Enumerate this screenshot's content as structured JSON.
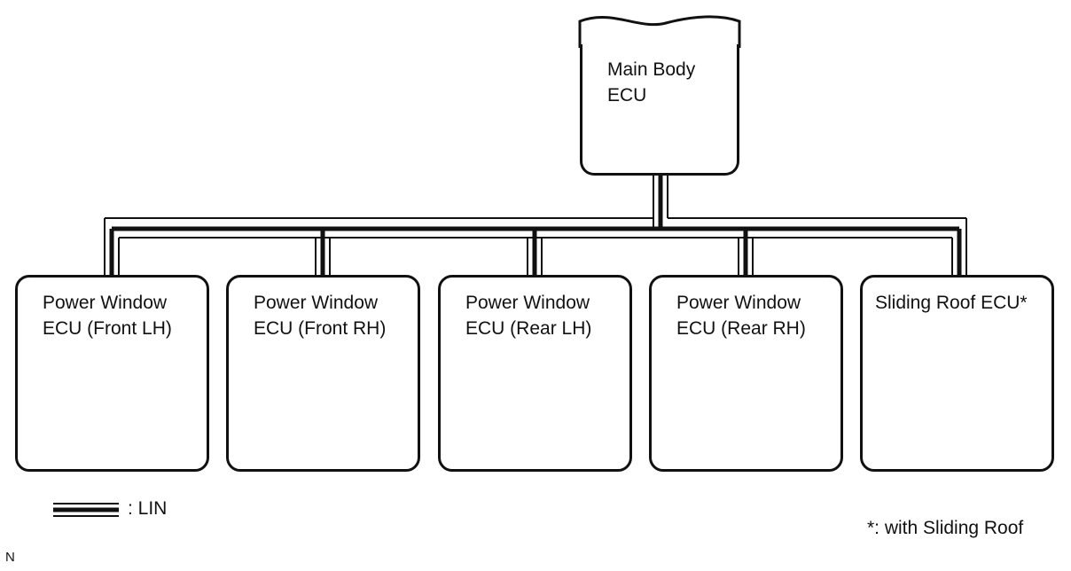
{
  "main_ecu": {
    "lines": [
      "Main Body",
      "ECU"
    ]
  },
  "slave_ecus": [
    {
      "lines": [
        "Power Window",
        "ECU (Front LH)"
      ]
    },
    {
      "lines": [
        "Power Window",
        "ECU (Front RH)"
      ]
    },
    {
      "lines": [
        "Power Window",
        "ECU (Rear LH)"
      ]
    },
    {
      "lines": [
        "Power Window",
        "ECU (Rear RH)"
      ]
    },
    {
      "lines": [
        "Sliding Roof ECU*"
      ]
    }
  ],
  "legend": {
    "lin_label": ": LIN"
  },
  "footnote": "*: with Sliding Roof",
  "corner_mark": "N",
  "colors": {
    "line": "#111111",
    "background": "#ffffff"
  }
}
